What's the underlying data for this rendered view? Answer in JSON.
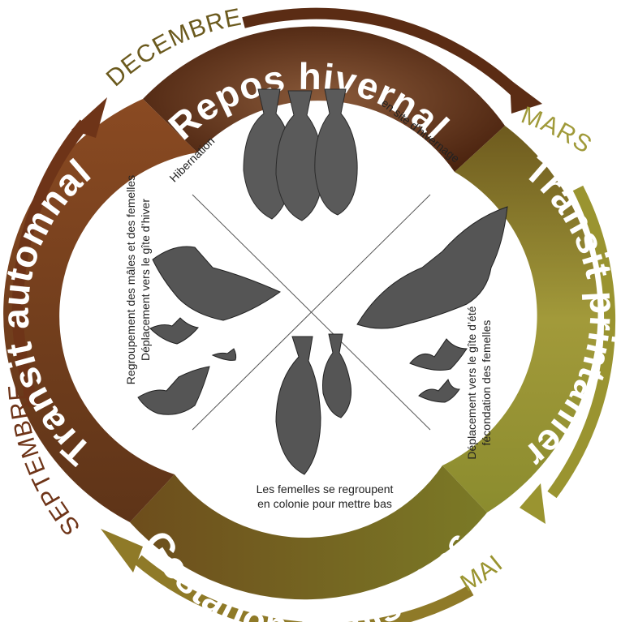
{
  "months": {
    "decembre": "DECEMBRE",
    "mars": "MARS",
    "mai": "MAI",
    "septembre": "SEPTEMBRE"
  },
  "seasons": {
    "winter": "Repos hivernal",
    "spring": "Transit printanier",
    "summer": "Gestation et mise-bas",
    "autumn": "Transit automnal"
  },
  "descriptions": {
    "winter_left": "Hibernation",
    "winter_right": "en site d’hivernage",
    "spring_1": "Déplacement vers le gîte d’été",
    "spring_2": "fécondation des femelles",
    "summer_1": "Les femelles se  regroupent",
    "summer_2": "en colonie pour mettre bas",
    "autumn_1": "Regroupement des mâles et des femelles",
    "autumn_2": "Déplacement vers le gîte d’hiver"
  },
  "colors": {
    "winter_ring": "#5a2e16",
    "spring_ring": "#8d8a2a",
    "summer_ring": "#7a6a22",
    "autumn_ring": "#7a4020",
    "month_text": "#6b5a1e",
    "arrow_winter": "#5b2c14",
    "arrow_spring": "#9a9430",
    "arrow_summer": "#8f7a28",
    "arrow_autumn": "#6e3418",
    "bat": "#4a4a4a"
  }
}
